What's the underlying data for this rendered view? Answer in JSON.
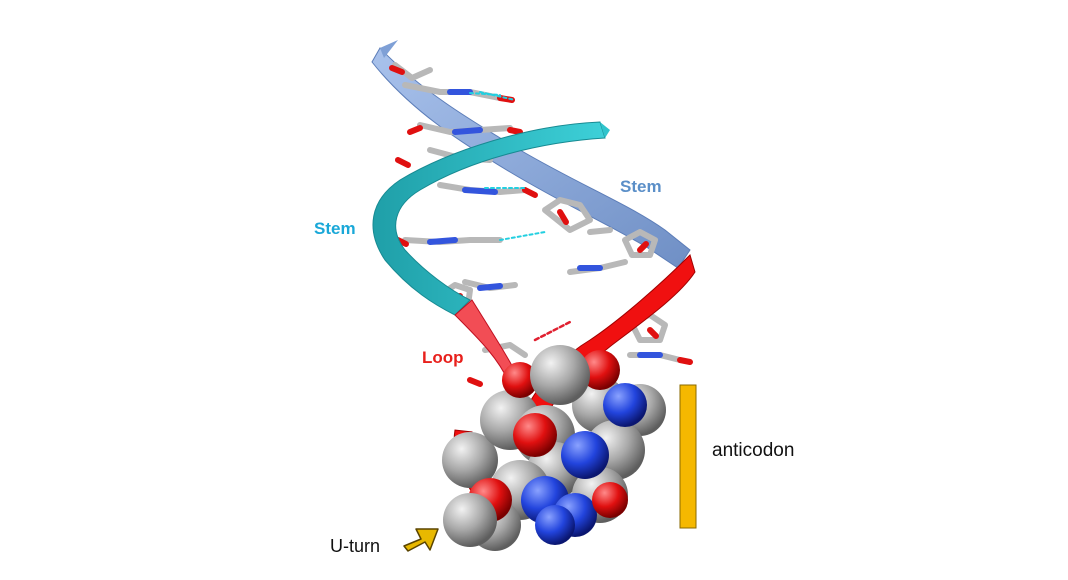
{
  "labels": {
    "stem_left": "Stem",
    "stem_right": "Stem",
    "loop": "Loop",
    "anticodon": "anticodon",
    "u_turn": "U-turn"
  },
  "colors": {
    "stem_left": "#1aa8d8",
    "stem_right": "#5b8fc8",
    "loop": "#e8201c",
    "anticodon_bar": "#f5b800",
    "uturn_arrow": "#e8b800",
    "ribbon_cyan": "#2ab5bf",
    "ribbon_blue": "#8aa7d6",
    "ribbon_red": "#f01010",
    "atom_carbon": "#a9a9a9",
    "atom_oxygen": "#e01010",
    "atom_nitrogen": "#2244dd",
    "hbond": "#22cfe0"
  }
}
